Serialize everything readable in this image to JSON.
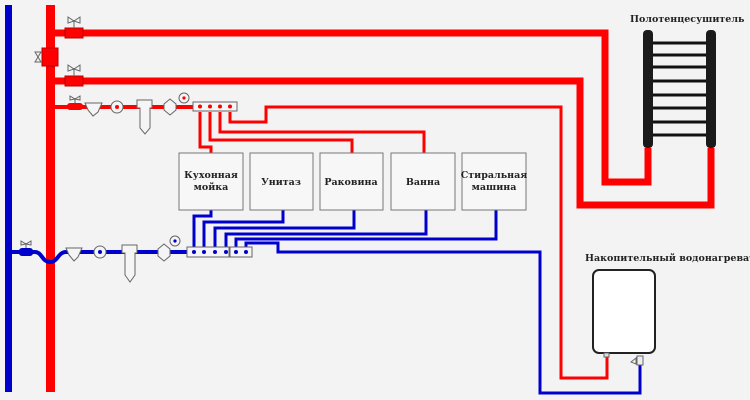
{
  "colors": {
    "hot": "#ff0000",
    "cold": "#0000cc",
    "background": "#f3f3f3",
    "fixture_border": "#777777"
  },
  "labels": {
    "towel_rail": "Полотенцесушитель",
    "water_heater": "Накопительный водонагреватель"
  },
  "fixtures": [
    {
      "line1": "Кухонная",
      "line2": "мойка"
    },
    {
      "line1": "Унитаз",
      "line2": ""
    },
    {
      "line1": "Раковина",
      "line2": ""
    },
    {
      "line1": "Ванна",
      "line2": ""
    },
    {
      "line1": "Стиральная",
      "line2": "машина"
    }
  ],
  "icons": [
    "valve-icon",
    "strainer-icon",
    "water-meter-icon",
    "filter-icon",
    "pressure-reducer-icon",
    "pressure-gauge-icon",
    "manifold-icon",
    "towel-rail-icon",
    "water-heater-icon"
  ]
}
